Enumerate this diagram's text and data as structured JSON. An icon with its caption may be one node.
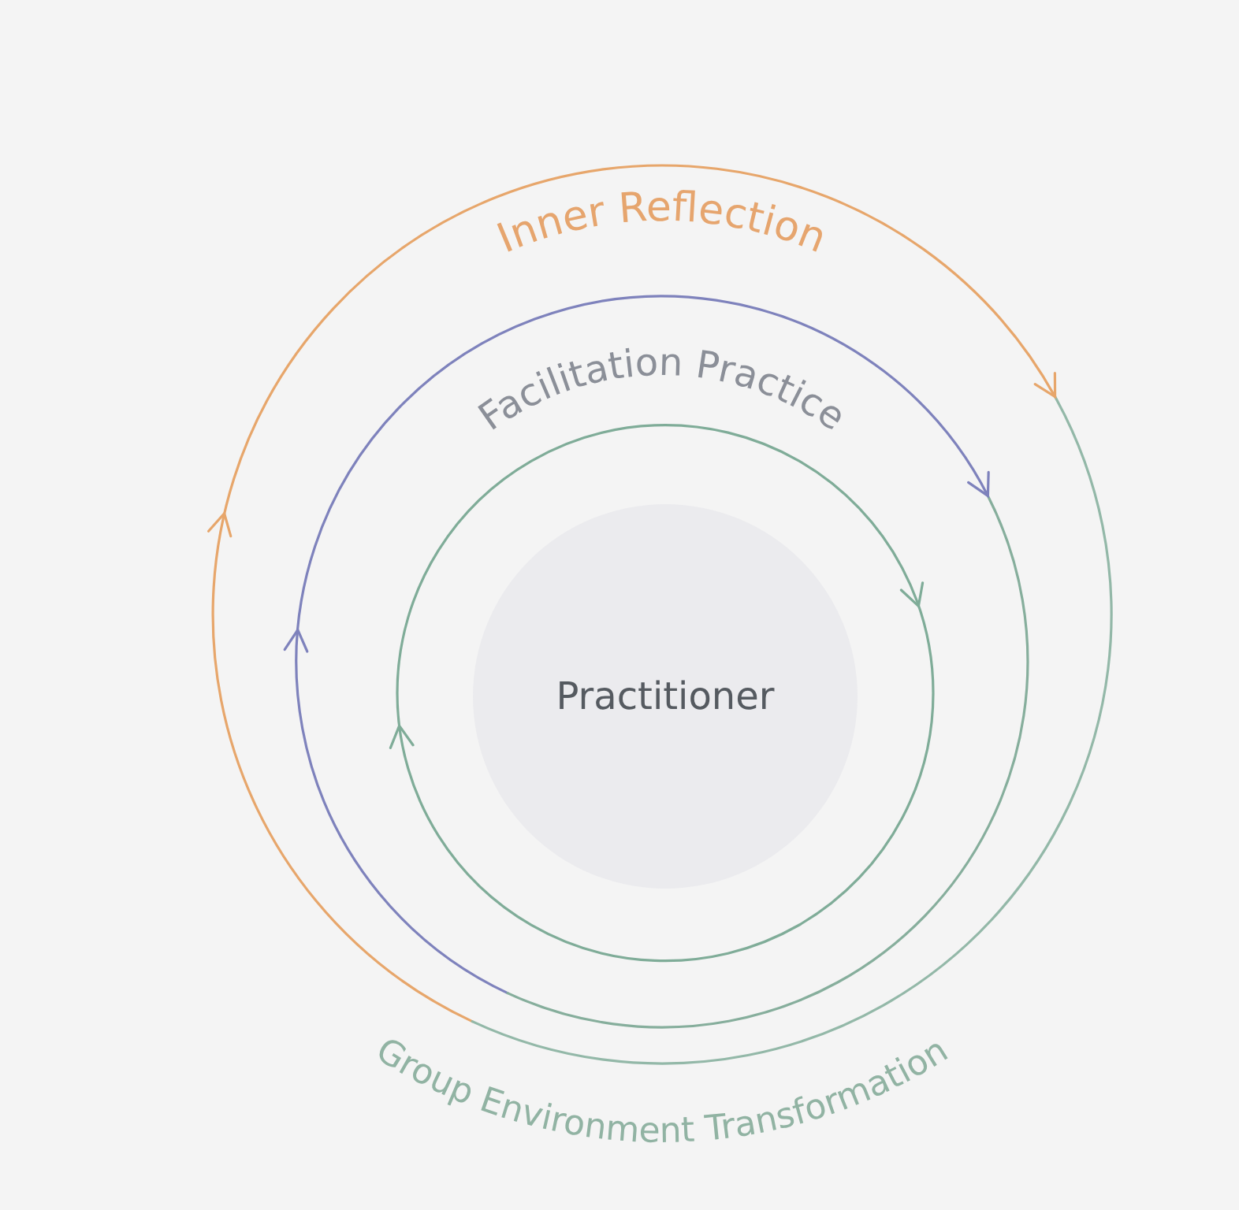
{
  "diagram": {
    "nodes": [
      {
        "text": [
          "Practitioner"
        ]
      }
    ],
    "labels": [
      "Inner Reflection",
      "Facilitation Practice",
      "Group Environment Transformation"
    ]
  }
}
